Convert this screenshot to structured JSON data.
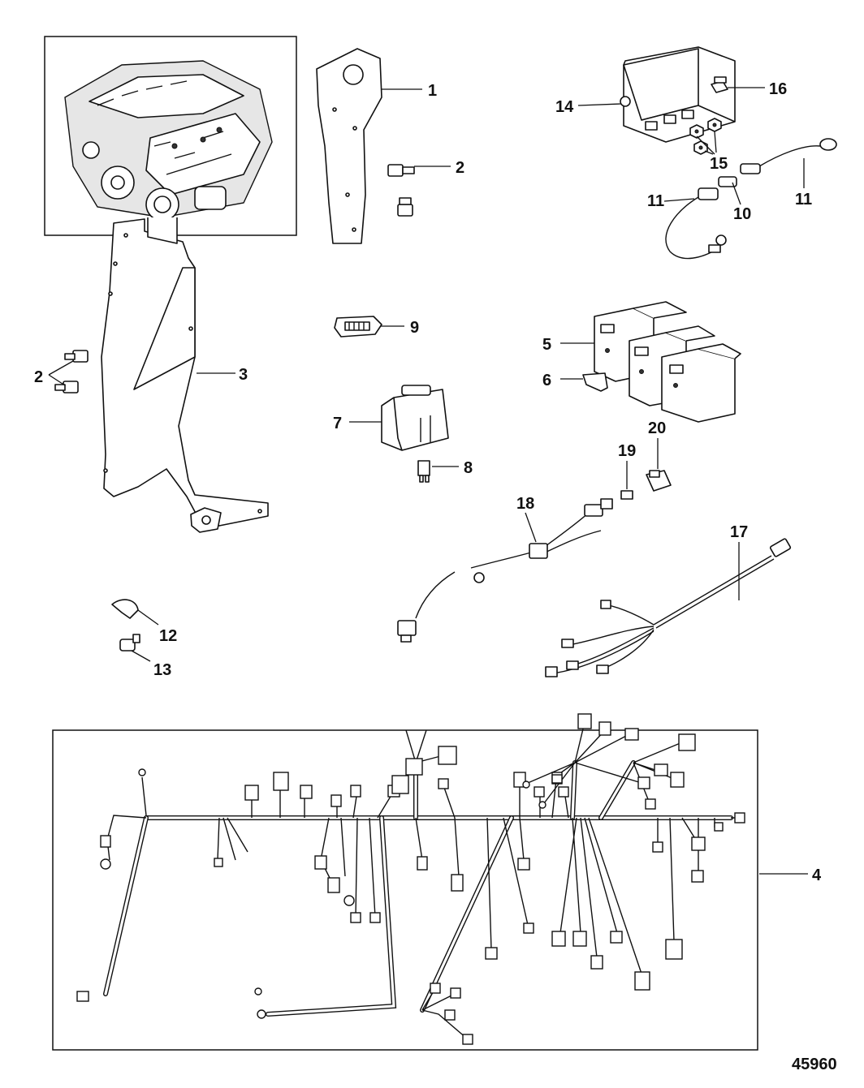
{
  "diagram": {
    "figure_number": "45960",
    "callouts": {
      "c1": "1",
      "c2a": "2",
      "c2b": "2",
      "c3": "3",
      "c4": "4",
      "c5": "5",
      "c6": "6",
      "c7": "7",
      "c8": "8",
      "c9": "9",
      "c10": "10",
      "c11a": "11",
      "c11b": "11",
      "c12": "12",
      "c13": "13",
      "c14": "14",
      "c15": "15",
      "c16": "16",
      "c17": "17",
      "c18": "18",
      "c19": "19",
      "c20": "20"
    }
  }
}
